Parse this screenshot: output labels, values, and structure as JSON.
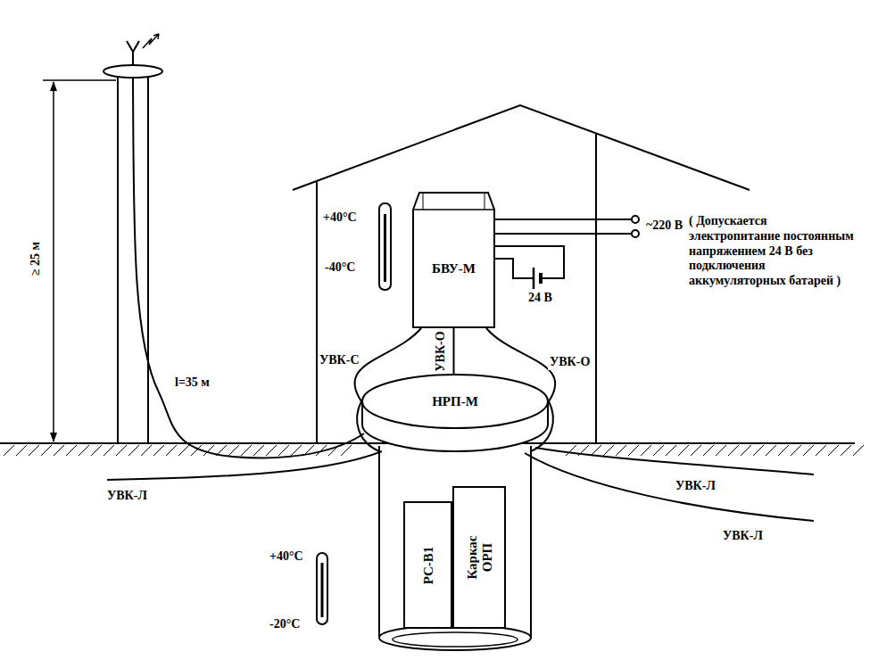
{
  "diagram": {
    "nodes": [
      {
        "text": [
          "БВУ-М"
        ]
      },
      {
        "text": [
          "НРП-М"
        ]
      },
      {
        "text": [
          "РС-В1"
        ]
      },
      {
        "text": [
          "Каркас ОРП"
        ]
      }
    ],
    "edges": [
      {
        "from": 0,
        "to": 1,
        "arrow": "none",
        "label": "УВК-С"
      },
      {
        "from": 0,
        "to": 1,
        "arrow": "none",
        "label": "УВК-О"
      },
      {
        "from": 0,
        "to": 1,
        "arrow": "none",
        "label": "УВК-О"
      }
    ],
    "labels": [
      "≥ 25 м",
      "l=35 м",
      "+40°C",
      "-40°C",
      "~220 В",
      "24 В",
      "( Допускается электропитание постоянным напряжением 24 В без подключения аккумуляторных батарей )",
      "УВК-Л",
      "УВК-Л",
      "УВК-Л",
      "+40°C",
      "-20°C"
    ]
  }
}
